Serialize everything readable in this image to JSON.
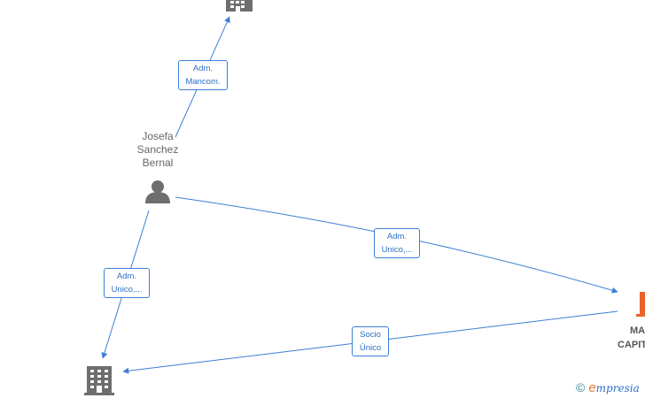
{
  "nodes": {
    "person": {
      "name": [
        "Josefa",
        "Sanchez",
        "Bernal"
      ],
      "icon": "person-icon"
    },
    "company_top": {
      "icon": "building-icon"
    },
    "company_bottom": {
      "icon": "building-icon"
    },
    "company_right": {
      "label": [
        "MA",
        "CAPIT"
      ],
      "icon": "building-icon"
    }
  },
  "edges": [
    {
      "id": "person-to-top",
      "label": [
        "Adm.",
        "Mancom."
      ]
    },
    {
      "id": "person-to-right",
      "label": [
        "Adm.",
        "Unico,..."
      ]
    },
    {
      "id": "person-to-bottom",
      "label": [
        "Adm.",
        "Unico,..."
      ]
    },
    {
      "id": "right-to-bottom",
      "label": [
        "Socio",
        "Único"
      ]
    }
  ],
  "colors": {
    "edge": "#3a7fd5",
    "node_gray": "#6e6e6e",
    "company_highlight": "#e8632a"
  },
  "brand": {
    "copyright": "©",
    "name_first": "e",
    "name_rest": "mpresia"
  }
}
